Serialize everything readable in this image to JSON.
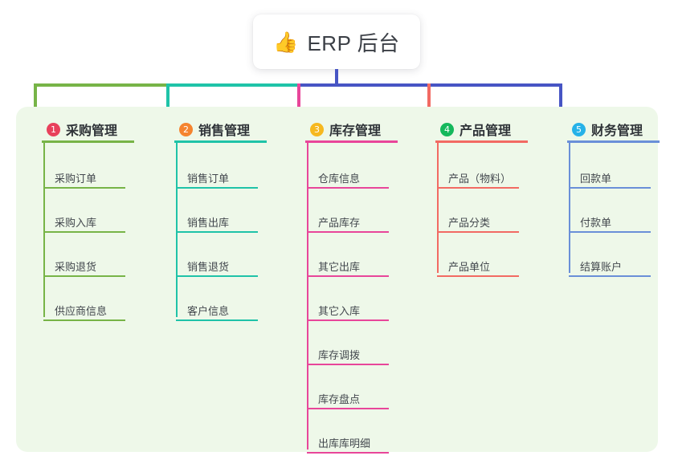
{
  "root": {
    "icon": "thumbs-up-icon",
    "emoji": "👍",
    "title": "ERP 后台"
  },
  "theme": {
    "page_bg": "#ffffff",
    "panel_bg": "#eef8e9",
    "card_bg": "#ffffff",
    "title_color": "#3b3f46",
    "stem_color": "#4755c4"
  },
  "columns": [
    {
      "index": "1",
      "title": "采购管理",
      "badge_color": "#e8415c",
      "line_color": "#77b447",
      "items": [
        "采购订单",
        "采购入库",
        "采购退货",
        "供应商信息"
      ]
    },
    {
      "index": "2",
      "title": "销售管理",
      "badge_color": "#f5842f",
      "line_color": "#1fc3a8",
      "items": [
        "销售订单",
        "销售出库",
        "销售退货",
        "客户信息"
      ]
    },
    {
      "index": "3",
      "title": "库存管理",
      "badge_color": "#f6b81f",
      "line_color": "#e8469a",
      "items": [
        "仓库信息",
        "产品库存",
        "其它出库",
        "其它入库",
        "库存调拨",
        "库存盘点",
        "出库库明细"
      ]
    },
    {
      "index": "4",
      "title": "产品管理",
      "badge_color": "#15b85c",
      "line_color": "#f26a63",
      "items": [
        "产品（物料）",
        "产品分类",
        "产品单位"
      ]
    },
    {
      "index": "5",
      "title": "财务管理",
      "badge_color": "#26b2e8",
      "line_color": "#6a8fd8",
      "items": [
        "回款单",
        "付款单",
        "结算账户"
      ]
    }
  ],
  "connectors": {
    "stem_color": "#4755c4",
    "segments": [
      {
        "color": "#77b447"
      },
      {
        "color": "#1fc3a8"
      },
      {
        "color": "#4755c4"
      },
      {
        "color": "#4755c4"
      }
    ],
    "drops": [
      "#77b447",
      "#1fc3a8",
      "#e8469a",
      "#f26a63",
      "#4755c4"
    ]
  }
}
